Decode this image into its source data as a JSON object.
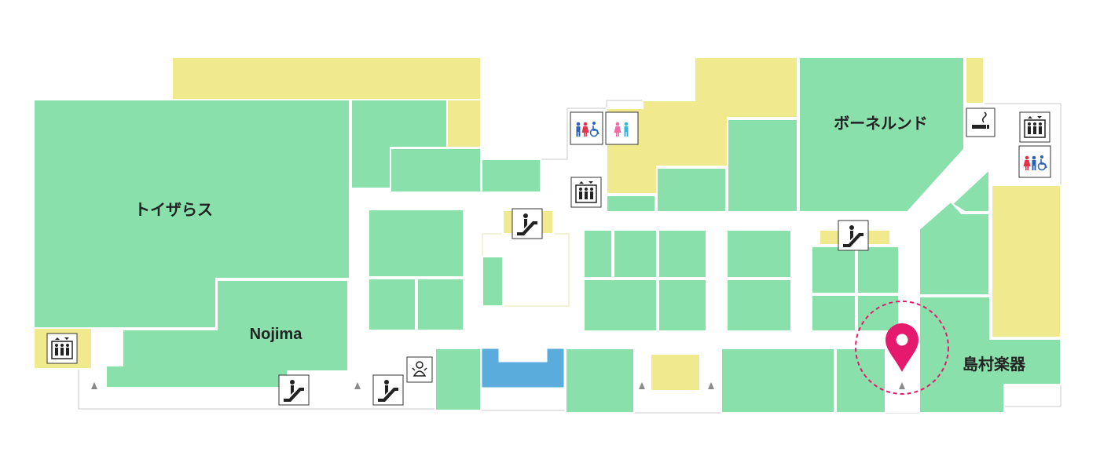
{
  "stores": {
    "toysrus": "トイザらス",
    "nojima": "Nojima",
    "bornelund": "ボーネルンド",
    "shimamura": "島村楽器"
  },
  "icons": {
    "elevator": "elevator-icon",
    "escalator": "escalator-icon",
    "restroom_accessible": "restroom-accessible-icon",
    "restroom_kids": "kids-restroom-icon",
    "smoking": "smoking-area-icon",
    "baby": "baby-room-icon",
    "pin": "location-pin-icon"
  },
  "colors": {
    "shop": "#89e0ab",
    "service": "#f0e98e",
    "fountain": "#59acdc",
    "pin": "#e5196d",
    "male": "#2a62b5",
    "female": "#e2334b",
    "kids_pink": "#f06aa8",
    "kids_cyan": "#35b5d8"
  }
}
